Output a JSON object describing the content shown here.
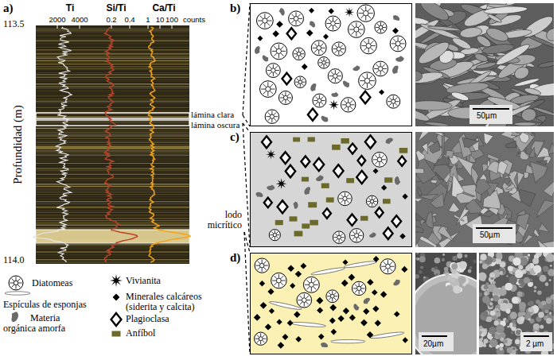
{
  "diagram": {
    "nodes": [
      {
        "text": [
          "b)"
        ]
      },
      {
        "text": [
          "c)"
        ]
      },
      {
        "text": [
          "d)"
        ]
      }
    ],
    "labels": [
      "a)",
      "113.5",
      "Profundidad (m)",
      "114.0",
      "Ti",
      "Si/Ti",
      "Ca/Ti",
      "2000",
      "4000",
      "0.2",
      "0.4",
      "1",
      "10",
      "100",
      "counts",
      "lámina clara",
      "lámina oscura",
      "lodo micrítico",
      "50µm",
      "50µm",
      "20µm",
      "2 µm"
    ],
    "legend": [
      {
        "text": "Diatomeas"
      },
      {
        "text": "Espículas de esponjas"
      },
      {
        "text": "Materia orgánica amorfa"
      },
      {
        "text": "Vivianita"
      },
      {
        "text": "Minerales calcáreos (siderita y calcita)"
      },
      {
        "text": "Plagioclasa"
      },
      {
        "text": "Anfíbol"
      }
    ]
  }
}
